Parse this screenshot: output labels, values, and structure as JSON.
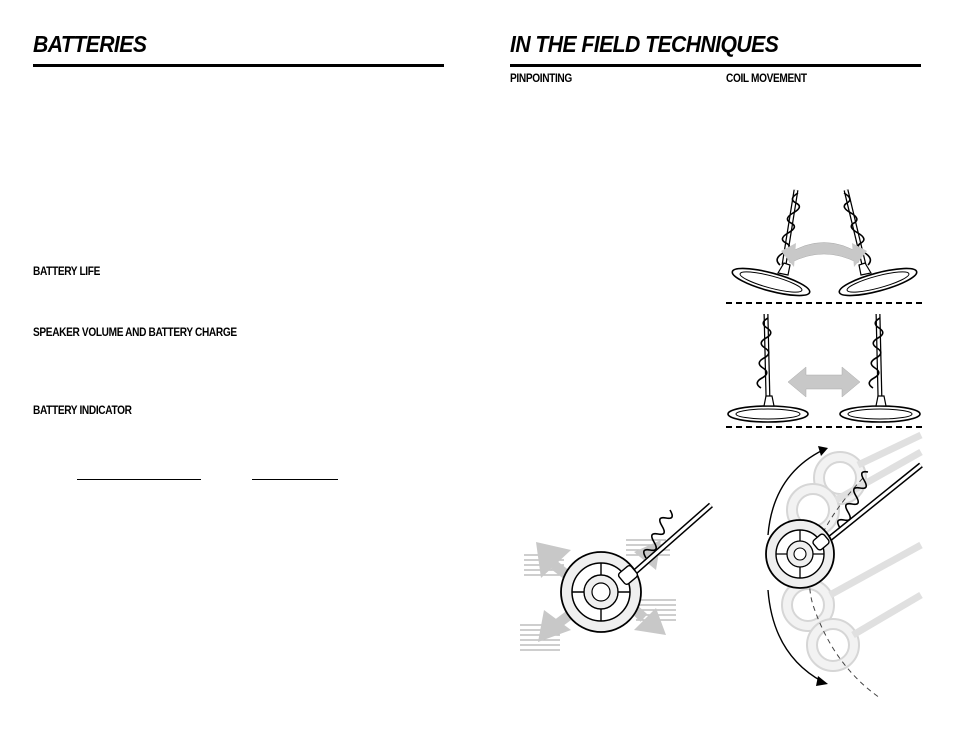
{
  "left_page": {
    "title": "BATTERIES",
    "sections": {
      "battery_life": "BATTERY LIFE",
      "speaker_volume": "SPEAKER VOLUME AND BATTERY CHARGE",
      "battery_indicator": "BATTERY INDICATOR"
    }
  },
  "right_page": {
    "title": "IN THE FIELD TECHNIQUES",
    "sections": {
      "pinpointing": "PINPOINTING",
      "coil_movement": "COIL MOVEMENT"
    }
  },
  "colors": {
    "ink": "#000000",
    "arrow_gray": "#c8c8c8",
    "ghost_gray": "#e0e0e0"
  },
  "icons": {
    "coil_tilt_figure": "detector-coil-tilting-illustration",
    "coil_level_figure": "detector-coil-level-sweep-illustration",
    "pinpoint_figure": "detector-coil-crosshatch-illustration",
    "arc_sweep_figure": "detector-coil-arc-sweep-illustration"
  }
}
